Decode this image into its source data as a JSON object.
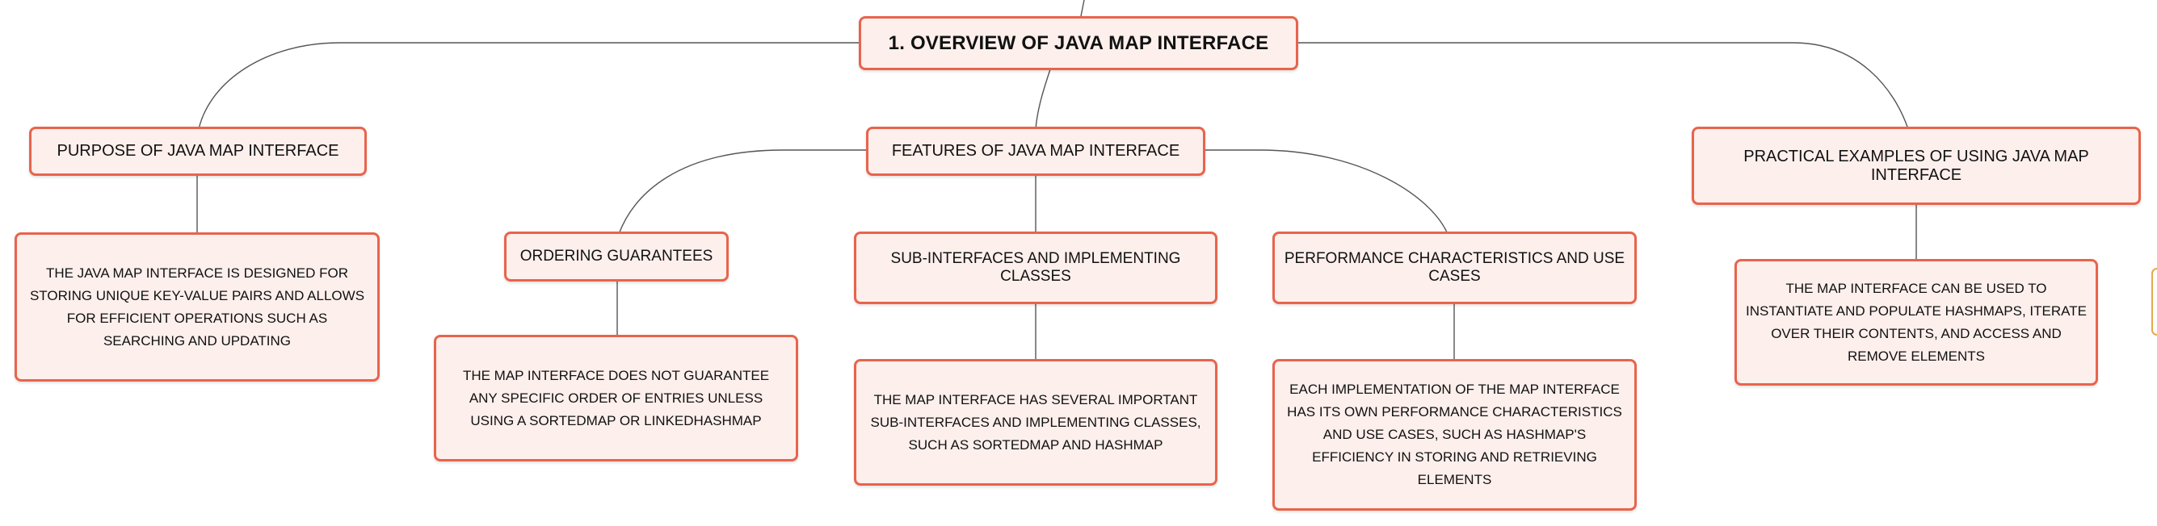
{
  "root": {
    "label": "1. OVERVIEW OF JAVA MAP INTERFACE"
  },
  "branches": [
    {
      "label": "PURPOSE OF JAVA MAP INTERFACE",
      "detail": "THE JAVA MAP INTERFACE IS DESIGNED FOR STORING UNIQUE KEY-VALUE PAIRS AND ALLOWS FOR EFFICIENT OPERATIONS SUCH AS SEARCHING AND UPDATING"
    },
    {
      "label": "FEATURES OF JAVA MAP INTERFACE",
      "children": [
        {
          "label": "ORDERING GUARANTEES",
          "detail": "THE MAP INTERFACE DOES NOT GUARANTEE ANY SPECIFIC ORDER OF ENTRIES UNLESS USING A SORTEDMAP OR LINKEDHASHMAP"
        },
        {
          "label": "SUB-INTERFACES AND IMPLEMENTING CLASSES",
          "detail": "THE MAP INTERFACE HAS SEVERAL IMPORTANT SUB-INTERFACES AND IMPLEMENTING CLASSES, SUCH AS SORTEDMAP AND HASHMAP"
        },
        {
          "label": "PERFORMANCE CHARACTERISTICS AND USE CASES",
          "detail": "EACH IMPLEMENTATION OF THE MAP INTERFACE HAS ITS OWN PERFORMANCE CHARACTERISTICS AND USE CASES, SUCH AS HASHMAP'S EFFICIENCY IN STORING AND RETRIEVING ELEMENTS"
        }
      ]
    },
    {
      "label": "PRACTICAL EXAMPLES OF USING JAVA MAP INTERFACE",
      "detail": "THE MAP INTERFACE CAN BE USED TO INSTANTIATE AND POPULATE HASHMAPS, ITERATE OVER THEIR CONTENTS, AND ACCESS AND REMOVE ELEMENTS"
    }
  ],
  "colors": {
    "node_fill": "#fdefec",
    "node_border": "#e8644c",
    "connector": "#555555",
    "edge_node_border": "#e5a94a"
  }
}
